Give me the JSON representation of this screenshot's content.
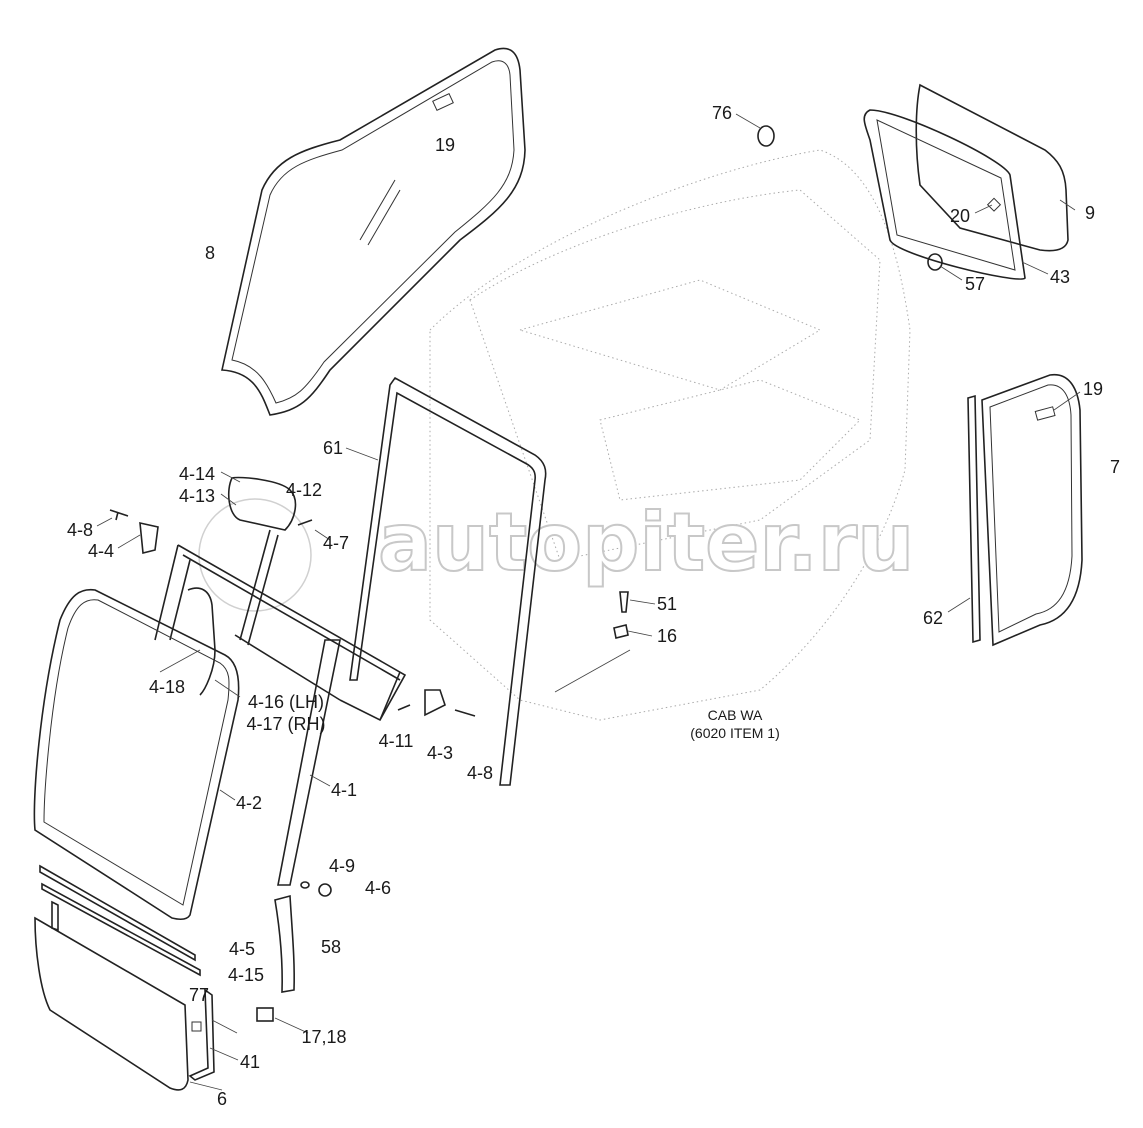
{
  "watermark": "autopiter.ru",
  "caption": {
    "line1": "CAB WA",
    "line2": "(6020 ITEM 1)"
  },
  "labels": {
    "p19a": "19",
    "p8": "8",
    "p76": "76",
    "p20": "20",
    "p9": "9",
    "p43": "43",
    "p57": "57",
    "p19b": "19",
    "p7": "7",
    "p61": "61",
    "p4_14": "4-14",
    "p4_13": "4-13",
    "p4_12": "4-12",
    "p4_8a": "4-8",
    "p4_4": "4-4",
    "p4_7": "4-7",
    "p51": "51",
    "p16": "16",
    "p62": "62",
    "p4_18": "4-18",
    "p4_16": "4-16 (LH)",
    "p4_17": "4-17 (RH)",
    "p4_11": "4-11",
    "p4_3": "4-3",
    "p4_8b": "4-8",
    "p4_1": "4-1",
    "p4_2": "4-2",
    "p4_9": "4-9",
    "p4_6": "4-6",
    "p58": "58",
    "p4_5": "4-5",
    "p4_15": "4-15",
    "p77": "77",
    "p17_18": "17,18",
    "p41": "41",
    "p6": "6"
  }
}
